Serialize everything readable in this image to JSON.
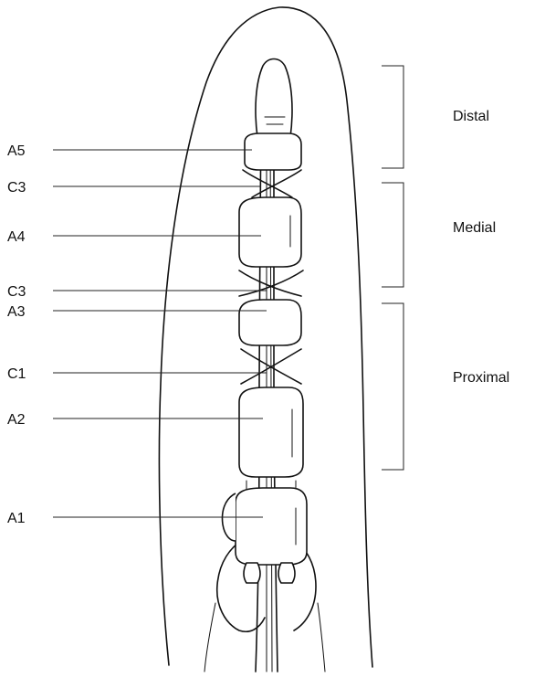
{
  "pulley_labels": {
    "a5": "A5",
    "c3_distal": "C3",
    "a4": "A4",
    "c3_proximal": "C3",
    "a3": "A3",
    "c1": "C1",
    "a2": "A2",
    "a1": "A1"
  },
  "region_labels": {
    "distal": "Distal",
    "medial": "Medial",
    "proximal": "Proximal"
  }
}
